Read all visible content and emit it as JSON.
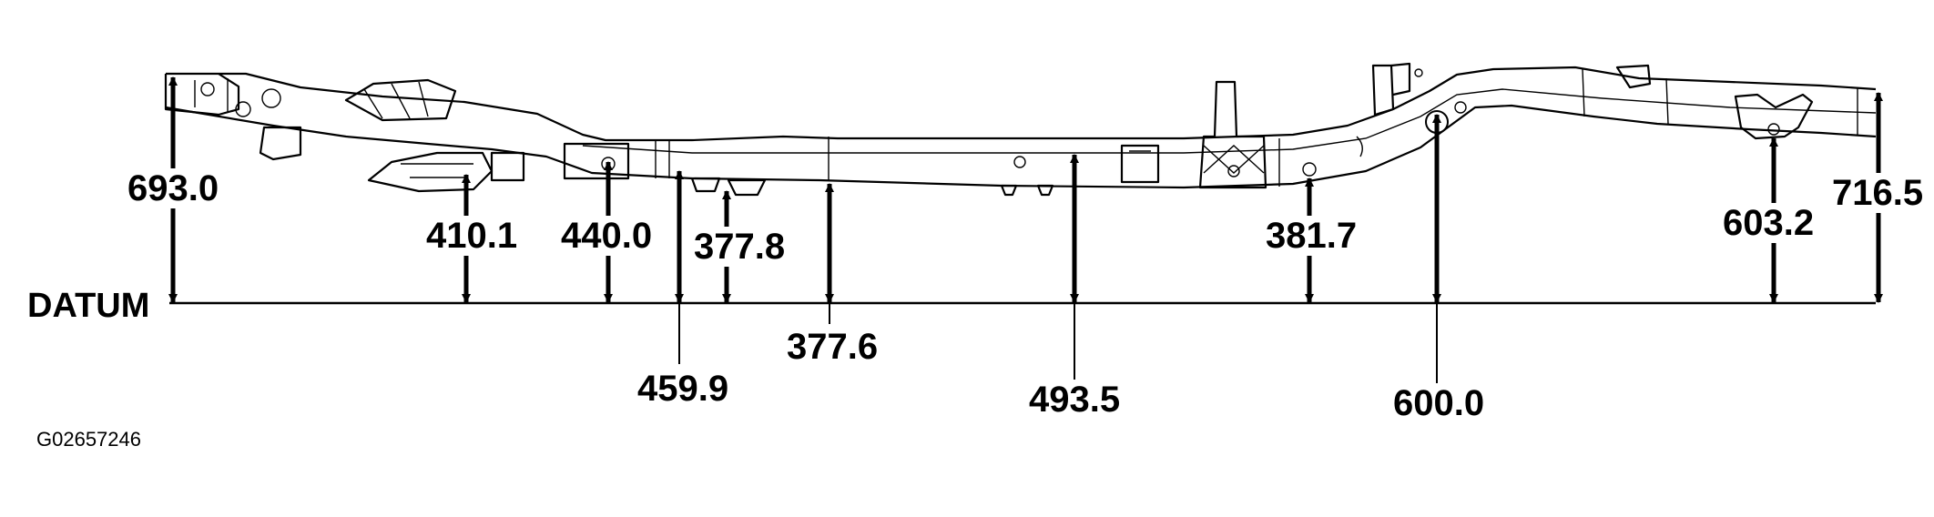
{
  "datum_label": "DATUM",
  "figure_code": "G02657246",
  "dimensions": [
    {
      "id": "d1",
      "value": "693.0"
    },
    {
      "id": "d2",
      "value": "410.1"
    },
    {
      "id": "d3",
      "value": "440.0"
    },
    {
      "id": "d4",
      "value": "459.9"
    },
    {
      "id": "d5",
      "value": "377.8"
    },
    {
      "id": "d6",
      "value": "377.6"
    },
    {
      "id": "d7",
      "value": "493.5"
    },
    {
      "id": "d8",
      "value": "381.7"
    },
    {
      "id": "d9",
      "value": "600.0"
    },
    {
      "id": "d10",
      "value": "603.2"
    },
    {
      "id": "d11",
      "value": "716.5"
    }
  ]
}
